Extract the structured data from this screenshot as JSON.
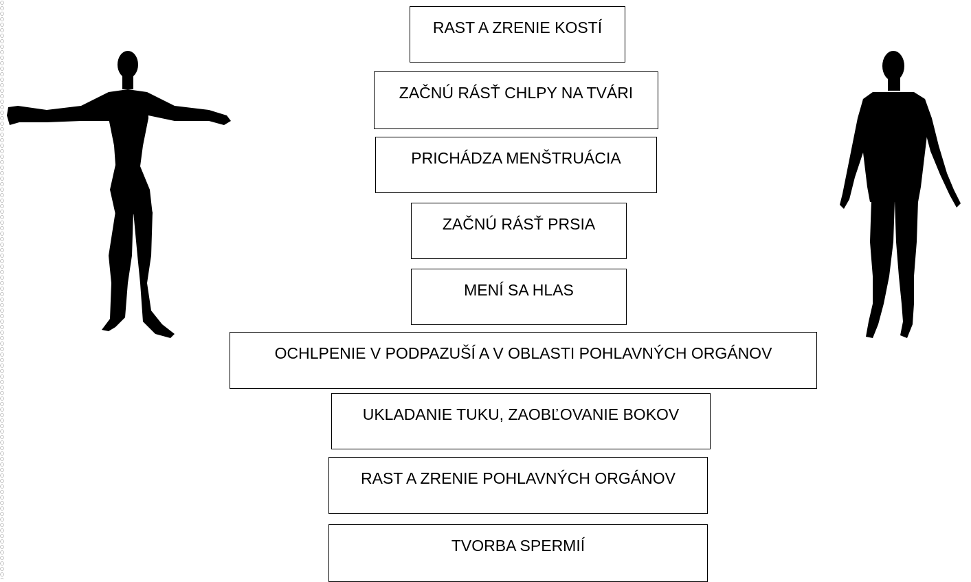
{
  "worksheet": {
    "cards": [
      "RAST A ZRENIE KOSTÍ",
      "ZAČNÚ RÁSŤ CHLPY NA TVÁRI",
      "PRICHÁDZA MENŠTRUÁCIA",
      "ZAČNÚ RÁSŤ PRSIA",
      "MENÍ SA HLAS",
      "OCHLPENIE V PODPAZUŠÍ A V OBLASTI POHLAVNÝCH ORGÁNOV",
      "UKLADANIE TUKU, ZAOBĽOVANIE BOKOV",
      "RAST A ZRENIE POHLAVNÝCH ORGÁNOV",
      "TVORBA SPERMIÍ"
    ]
  },
  "figures": {
    "left": "female-silhouette",
    "right": "male-silhouette",
    "fill_color": "#000000"
  }
}
